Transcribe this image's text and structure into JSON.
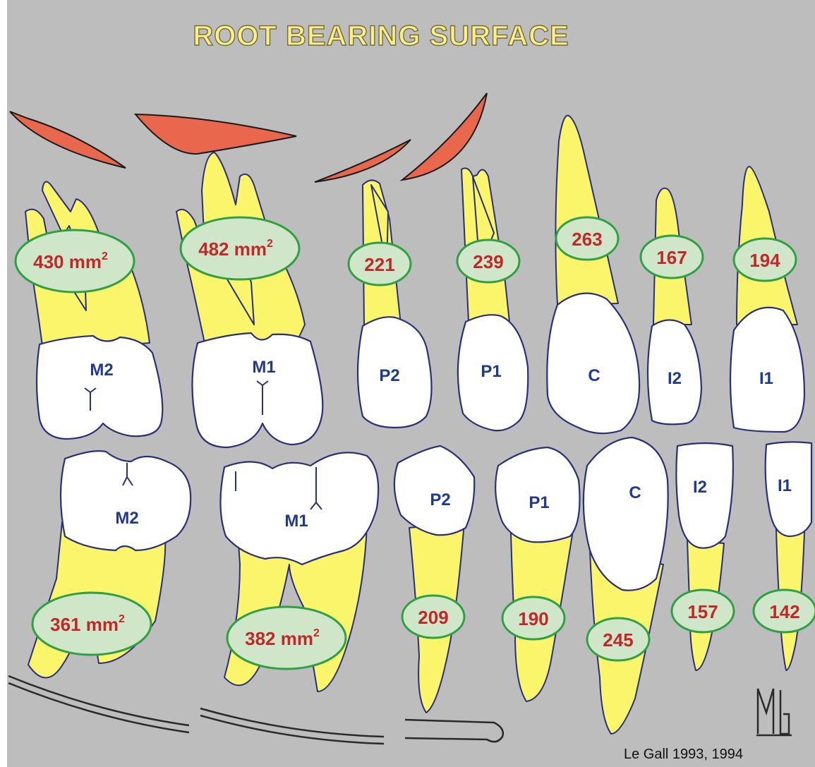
{
  "title": "ROOT BEARING SURFACE",
  "credit": "Le Gall 1993, 1994",
  "signature": "MG",
  "upper": {
    "M2": {
      "label": "M2",
      "value": "430 mm",
      "sup": "2"
    },
    "M1": {
      "label": "M1",
      "value": "482 mm",
      "sup": "2"
    },
    "P2": {
      "label": "P2",
      "value": "221"
    },
    "P1": {
      "label": "P1",
      "value": "239"
    },
    "C": {
      "label": "C",
      "value": "263"
    },
    "I2": {
      "label": "I2",
      "value": "167"
    },
    "I1": {
      "label": "I1",
      "value": "194"
    }
  },
  "lower": {
    "M2": {
      "label": "M2",
      "value": "361 mm",
      "sup": "2"
    },
    "M1": {
      "label": "M1",
      "value": "382 mm",
      "sup": "2"
    },
    "P2": {
      "label": "P2",
      "value": "209"
    },
    "P1": {
      "label": "P1",
      "value": "190"
    },
    "C": {
      "label": "C",
      "value": "245"
    },
    "I2": {
      "label": "I2",
      "value": "157"
    },
    "I1": {
      "label": "I1",
      "value": "142"
    }
  },
  "colors": {
    "background": "#bdbdbd",
    "root": "#fbf56b",
    "crown": "#ffffff",
    "outline": "#2a2f7a",
    "bone": "#e8674d",
    "oval_fill": "#cfe6c9",
    "oval_stroke": "#2fa043",
    "value_text": "#c0282a",
    "label_text": "#1f3a8f"
  }
}
